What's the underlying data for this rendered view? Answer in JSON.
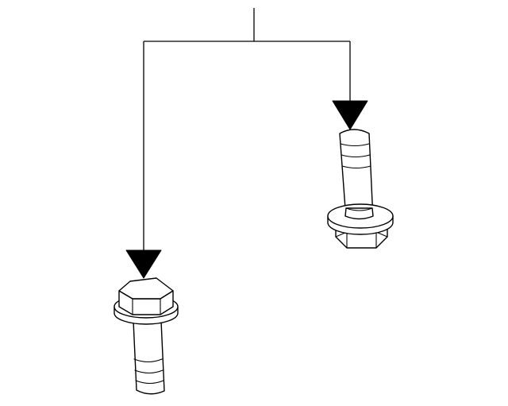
{
  "diagram": {
    "callouts": [],
    "colors": {
      "background": "#ffffff",
      "line": "#000000",
      "fill": "#ffffff"
    },
    "parts": [
      {
        "id": "bolt-upright",
        "icon": "flange-bolt-head-up"
      },
      {
        "id": "bolt-inverted",
        "icon": "flange-bolt-head-down"
      }
    ]
  }
}
